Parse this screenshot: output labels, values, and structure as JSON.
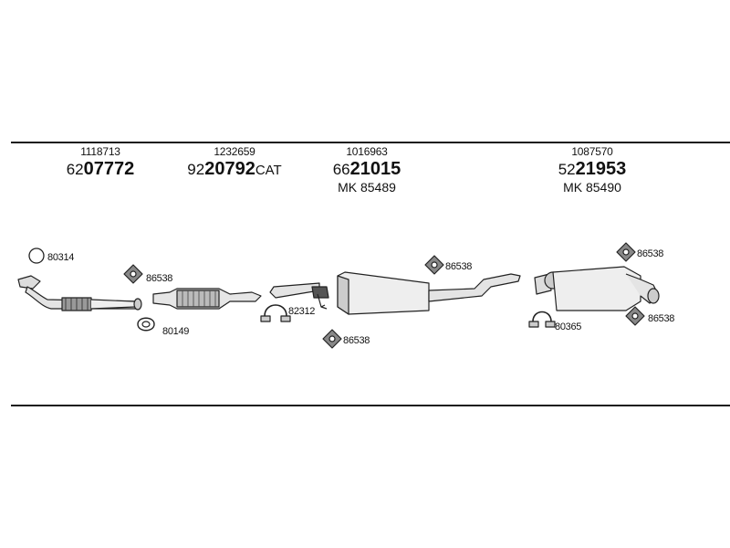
{
  "headers": [
    {
      "ref": "1118713",
      "code_prefix": "62",
      "code_main": "07772",
      "code_suffix": "",
      "mk": ""
    },
    {
      "ref": "1232659",
      "code_prefix": "92",
      "code_main": "20792",
      "code_suffix": "CAT",
      "mk": ""
    },
    {
      "ref": "1016963",
      "code_prefix": "66",
      "code_main": "21015",
      "code_suffix": "",
      "mk": "MK  85489"
    },
    {
      "ref": "1087570",
      "code_prefix": "52",
      "code_main": "21953",
      "code_suffix": "",
      "mk": "MK  85490"
    }
  ],
  "parts": {
    "ring_80314": "80314",
    "hanger_86538_a": "86538",
    "gasket_80149": "80149",
    "clamp_82312": "82312",
    "hanger_86538_b": "86538",
    "hanger_86538_c": "86538",
    "hanger_86538_d": "86538",
    "clamp_80365": "80365",
    "hanger_86538_e": "86538"
  }
}
